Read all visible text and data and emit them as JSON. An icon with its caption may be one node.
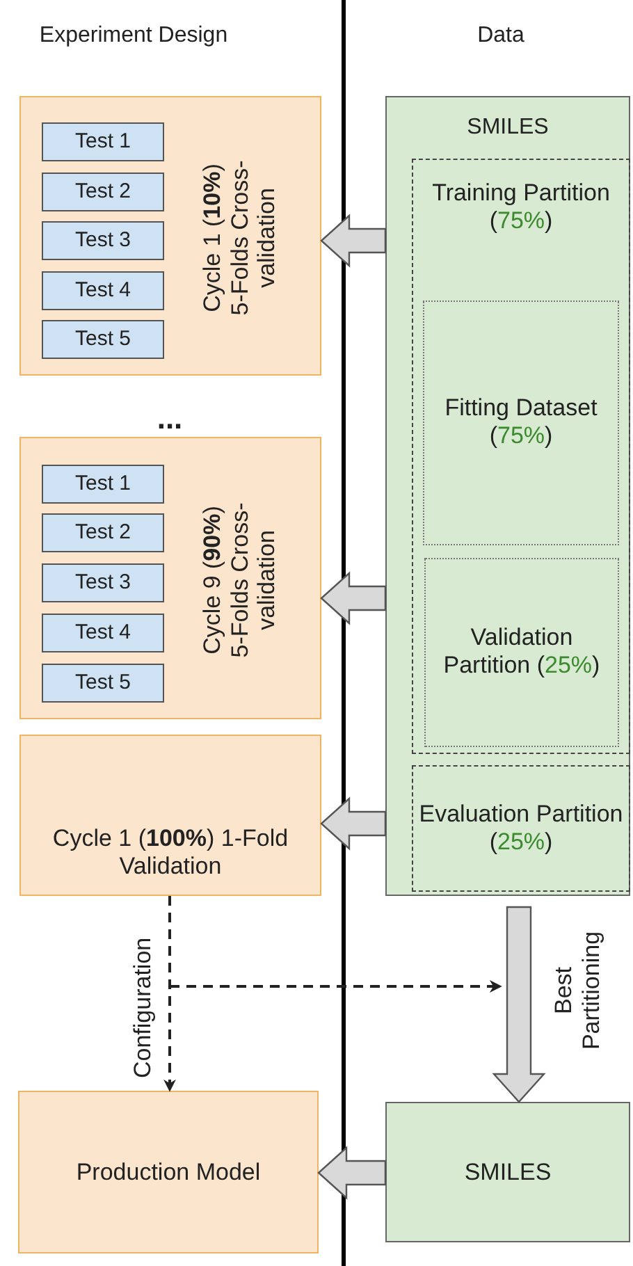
{
  "diagram": {
    "nodes": [
      {
        "text": [
          "Cycle 1 (**10%**) 5-Folds Cross-validation"
        ]
      },
      {
        "text": [
          "Test 1"
        ],
        "in": 0
      },
      {
        "text": [
          "Test 2"
        ],
        "in": 0
      },
      {
        "text": [
          "Test 3"
        ],
        "in": 0
      },
      {
        "text": [
          "Test 4"
        ],
        "in": 0
      },
      {
        "text": [
          "Test 5"
        ],
        "in": 0
      },
      {
        "text": [
          "Cycle 9 (**90%**) 5-Folds Cross-validation"
        ]
      },
      {
        "text": [
          "Test 1"
        ],
        "in": 6
      },
      {
        "text": [
          "Test 2"
        ],
        "in": 6
      },
      {
        "text": [
          "Test 3"
        ],
        "in": 6
      },
      {
        "text": [
          "Test 4"
        ],
        "in": 6
      },
      {
        "text": [
          "Test 5"
        ],
        "in": 6
      },
      {
        "text": [
          "Cycle 1 (**100%**) 1-Fold Validation"
        ]
      },
      {
        "text": [
          "Production Model"
        ]
      },
      {
        "text": [
          "SMILES"
        ]
      },
      {
        "text": [
          "Training Partition (75%)"
        ],
        "in": 14
      },
      {
        "text": [
          "Fitting Dataset (75%)"
        ],
        "in": 15
      },
      {
        "text": [
          "Validation Partition (25%)"
        ],
        "in": 15
      },
      {
        "text": [
          "Evaluation Partition (25%)"
        ],
        "in": 14
      },
      {
        "text": [
          "SMILES"
        ]
      }
    ],
    "edges": [
      {
        "from": 14,
        "to": 0,
        "arrow": "to",
        "style": "thick"
      },
      {
        "from": 14,
        "to": 6,
        "arrow": "to",
        "style": "thick"
      },
      {
        "from": 14,
        "to": 12,
        "arrow": "to",
        "style": "thick"
      },
      {
        "from": 14,
        "to": 19,
        "arrow": "to",
        "style": "thick",
        "label": "Best Partitioning"
      },
      {
        "from": 19,
        "to": 13,
        "arrow": "to",
        "style": "thick"
      },
      {
        "from": 12,
        "to": 13,
        "arrow": "to",
        "style": "dashed",
        "label": "Configuration"
      },
      {
        "from": 12,
        "to": null,
        "arrow": "to",
        "style": "dashed"
      }
    ],
    "labels": [
      "Experiment Design",
      "Data",
      "..."
    ]
  }
}
